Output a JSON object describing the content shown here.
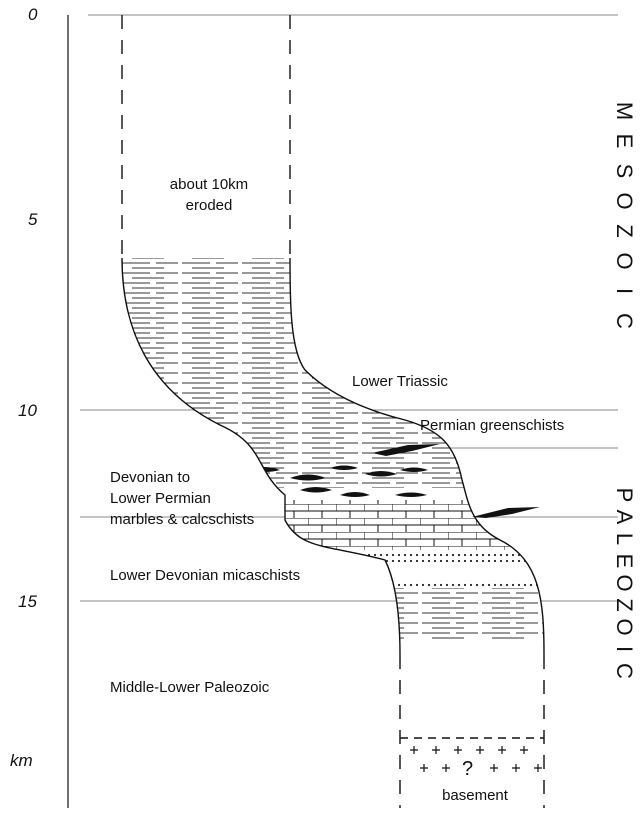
{
  "depth_axis": {
    "ticks": [
      "0",
      "5",
      "10",
      "15"
    ],
    "unit": "km"
  },
  "eras": [
    {
      "key": "mesozoic",
      "letters": [
        "M",
        "E",
        "S",
        "O",
        "Z",
        "O",
        "I",
        "C"
      ]
    },
    {
      "key": "paleozoic",
      "letters": [
        "P",
        "A",
        "L",
        "E",
        "O",
        "Z",
        "O",
        "I",
        "C"
      ]
    }
  ],
  "units": {
    "eroded": [
      "about 10km",
      "eroded"
    ],
    "lower_triassic": "Lower Triassic",
    "permian_greenschists": "Permian greenschists",
    "devonian_lower_permian": [
      "Devonian to",
      "Lower Permian",
      "marbles & calcschists"
    ],
    "lower_devonian": "Lower Devonian micaschists",
    "middle_lower_paleozoic": "Middle-Lower Paleozoic",
    "basement": "basement",
    "basement_query": "?"
  },
  "colors": {
    "ink": "#111111",
    "guide": "#888888"
  }
}
